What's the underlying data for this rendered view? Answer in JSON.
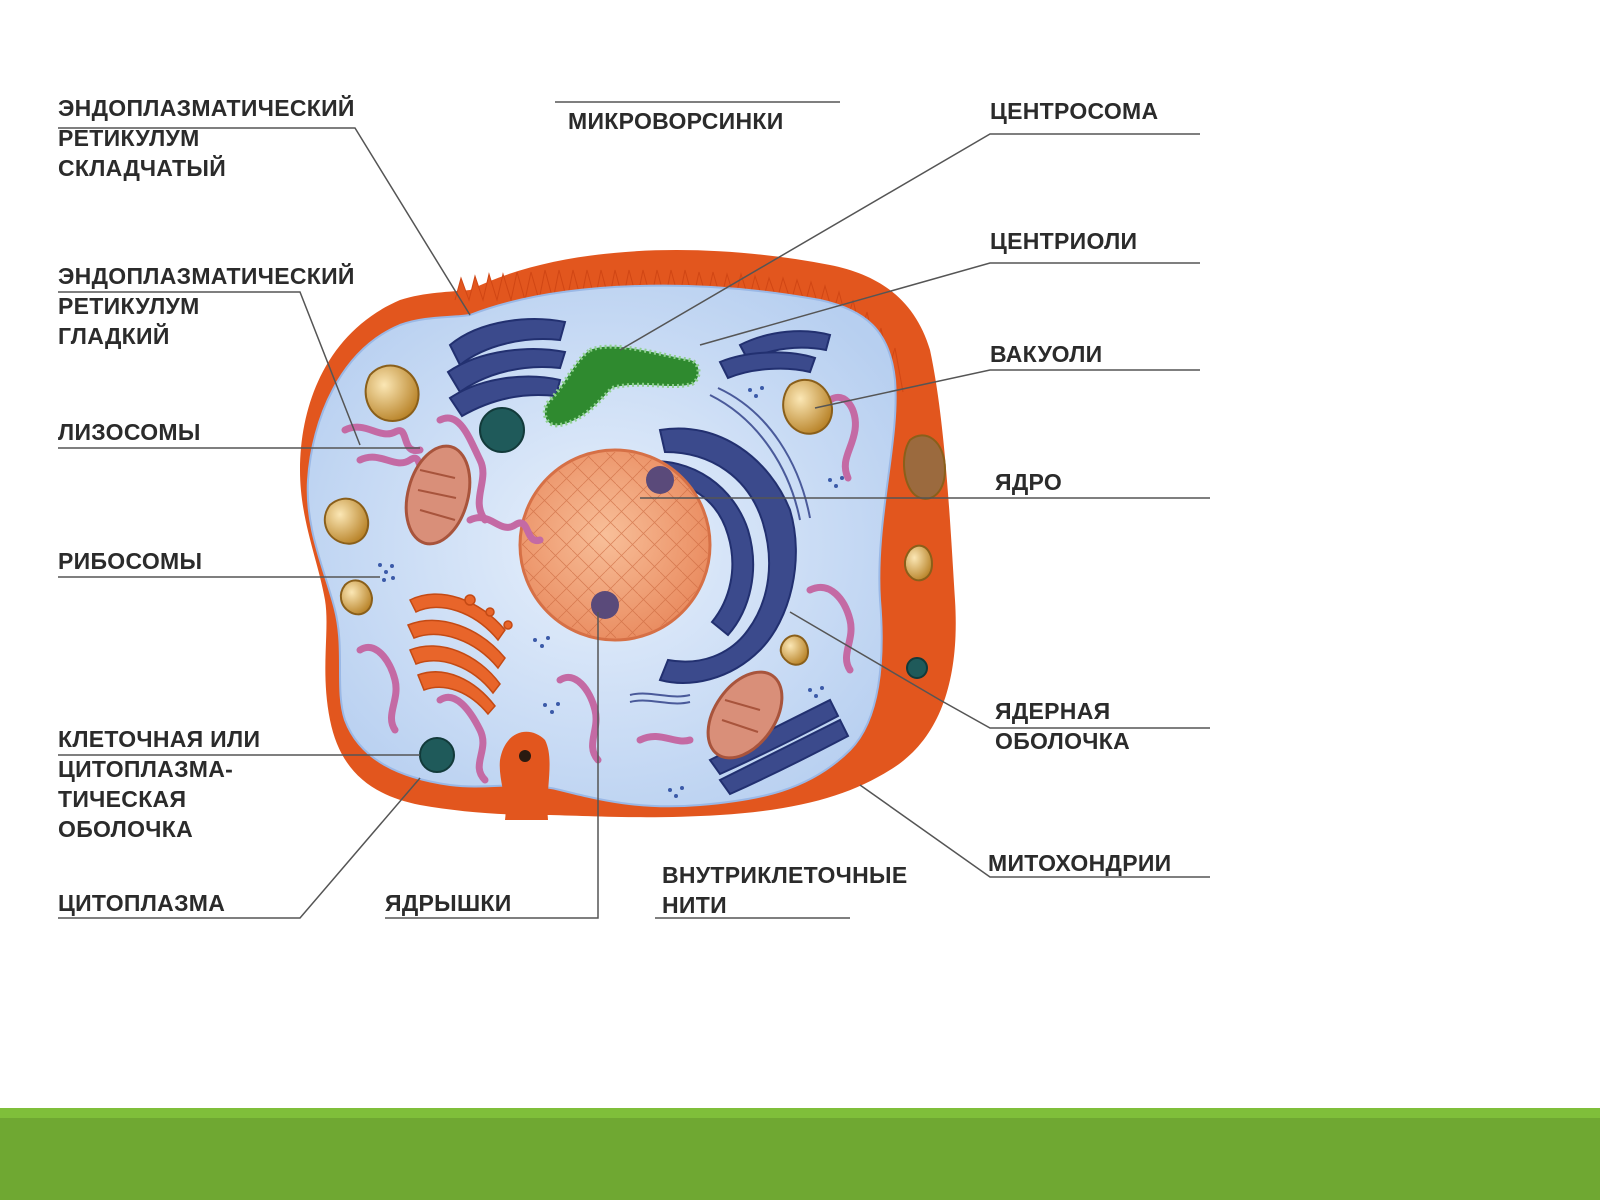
{
  "labels": {
    "er_rough": "ЭНДОПЛАЗМАТИЧЕСКИЙ\nРЕТИКУЛУМ\nСКЛАДЧАТЫЙ",
    "microvilli": "МИКРОВОРСИНКИ",
    "centrosome": "ЦЕНТРОСОМА",
    "er_smooth": "ЭНДОПЛАЗМАТИЧЕСКИЙ\nРЕТИКУЛУМ\nГЛАДКИЙ",
    "centrioles": "ЦЕНТРИОЛИ",
    "vacuoles": "ВАКУОЛИ",
    "lysosomes": "ЛИЗОСОМЫ",
    "nucleus": "ЯДРО",
    "ribosomes": "РИБОСОМЫ",
    "nuclear_envelope": "ЯДЕРНАЯ\nОБОЛОЧКА",
    "cell_membrane": "КЛЕТОЧНАЯ ИЛИ\nЦИТОПЛАЗМА-\nТИЧЕСКАЯ\nОБОЛОЧКА",
    "mitochondria": "МИТОХОНДРИИ",
    "cytoplasm": "ЦИТОПЛАЗМА",
    "nucleoli": "ЯДРЫШКИ",
    "filaments": "ВНУТРИКЛЕТОЧНЫЕ\nНИТИ"
  },
  "colors": {
    "membrane": "#e2561e",
    "cytoplasm": "#c9dcf5",
    "nucleus": "#f2a178",
    "er_rough": "#3b4a8c",
    "lysosome_er": "#c46aa4",
    "golgi": "#e8652a",
    "vacuole": "#e0b24a",
    "centrosome": "#2f8a2f",
    "footer": "#6fa832"
  }
}
